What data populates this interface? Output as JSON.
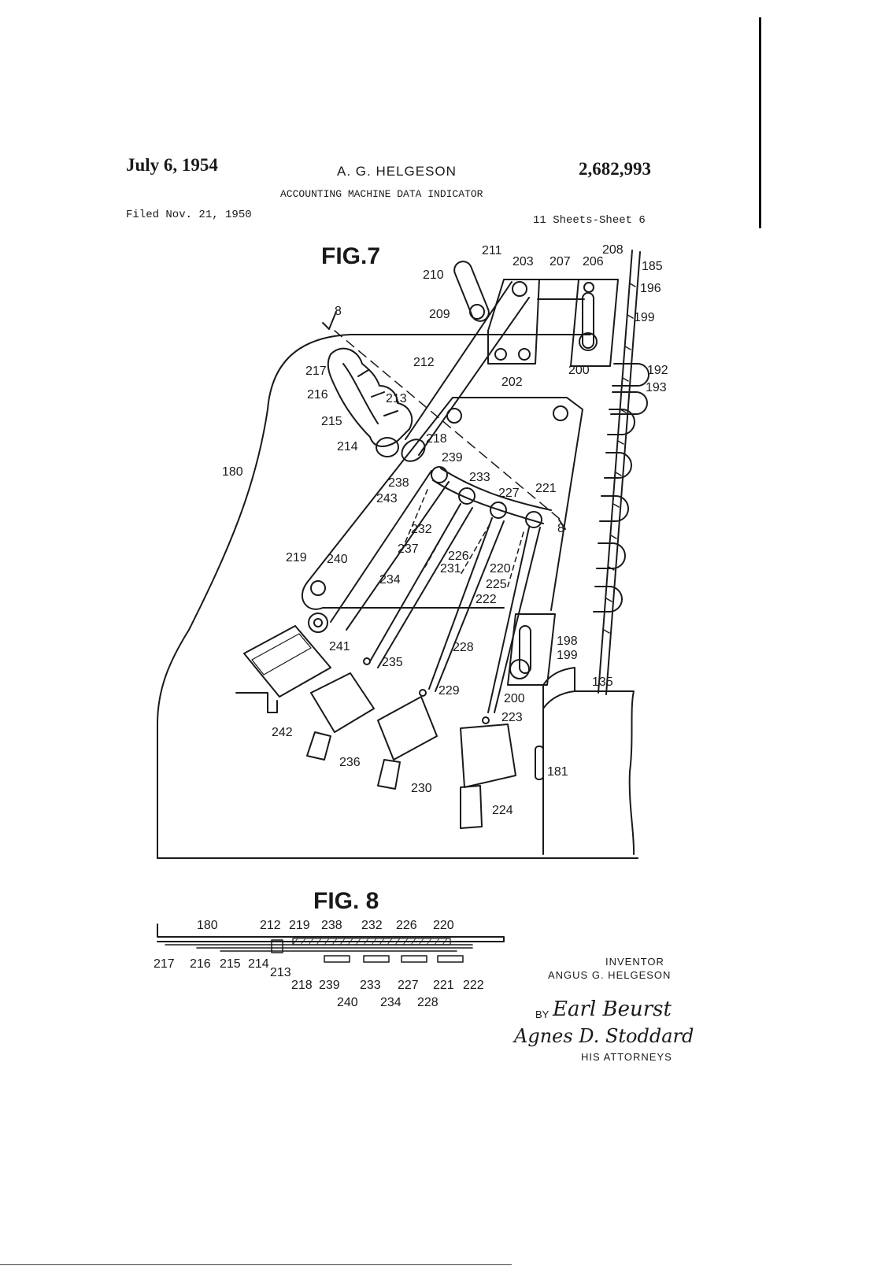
{
  "header": {
    "date": "July 6, 1954",
    "inventor_name": "A. G. HELGESON",
    "patent_number": "2,682,993",
    "title": "ACCOUNTING MACHINE DATA INDICATOR",
    "filed": "Filed Nov. 21, 1950",
    "sheets": "11 Sheets-Sheet 6"
  },
  "fig7": {
    "caption": "FIG.7",
    "section_mark": "8",
    "refs": {
      "r211": "211",
      "r210": "210",
      "r203": "203",
      "r207": "207",
      "r206": "206",
      "r208": "208",
      "r185": "185",
      "r196": "196",
      "r199a": "199",
      "r209": "209",
      "r202": "202",
      "r200a": "200",
      "r192": "192",
      "r193": "193",
      "r212": "212",
      "r217": "217",
      "r216": "216",
      "r213": "213",
      "r215": "215",
      "r214": "214",
      "r218": "218",
      "r239": "239",
      "r180": "180",
      "r238": "238",
      "r233": "233",
      "r243": "243",
      "r227": "227",
      "r221": "221",
      "r232": "232",
      "r237": "237",
      "r226": "226",
      "r231": "231",
      "r220": "220",
      "r225": "225",
      "r234": "234",
      "r222": "222",
      "r219": "219",
      "r240": "240",
      "r241": "241",
      "r198": "198",
      "r199b": "199",
      "r228": "228",
      "r235": "235",
      "r135": "135",
      "r229": "229",
      "r200b": "200",
      "r223": "223",
      "r242": "242",
      "r236": "236",
      "r181": "181",
      "r230": "230",
      "r224": "224"
    }
  },
  "fig8": {
    "caption": "FIG. 8",
    "top_refs": [
      "180",
      "212",
      "219",
      "238",
      "232",
      "226",
      "220"
    ],
    "left_refs": [
      "217",
      "216",
      "215",
      "214"
    ],
    "r213": "213",
    "row2": [
      "218",
      "239",
      "233",
      "227",
      "221",
      "222"
    ],
    "row3": [
      "240",
      "234",
      "228"
    ]
  },
  "signature": {
    "inventor_label": "INVENTOR",
    "inventor_name": "ANGUS G. HELGESON",
    "by_label": "BY",
    "signature_1": "Earl Beurst",
    "signature_2": "Agnes D. Stoddard",
    "attorneys_label": "HIS ATTORNEYS"
  }
}
